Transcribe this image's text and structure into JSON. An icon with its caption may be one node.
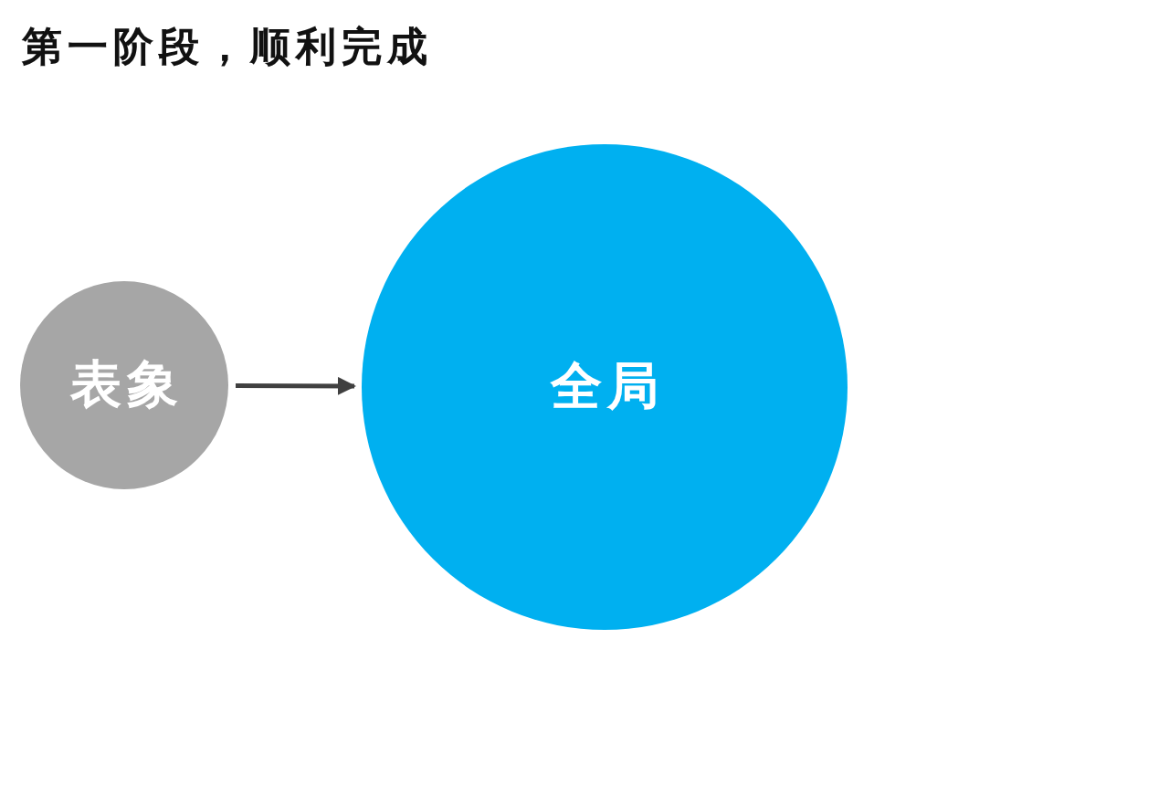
{
  "diagram": {
    "title": "第一阶段，顺利完成",
    "nodes": [
      {
        "text": [
          "表象"
        ]
      },
      {
        "text": [
          "全局"
        ]
      }
    ],
    "edges": [
      {
        "from": 0,
        "to": 1,
        "arrow": "to"
      }
    ]
  }
}
